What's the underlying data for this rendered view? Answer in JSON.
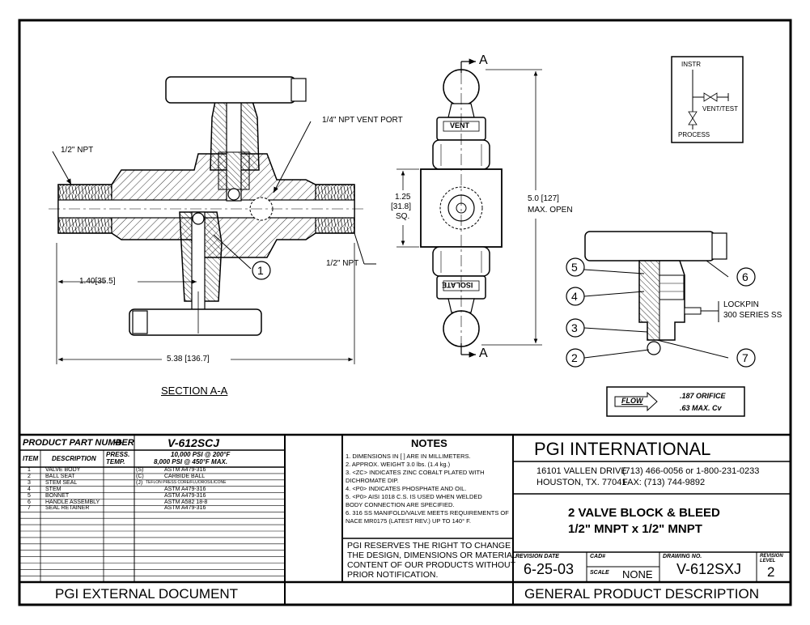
{
  "drawing": {
    "section_title": "SECTION A-A",
    "vent_port_label": "1/4\" NPT VENT PORT",
    "npt_left": "1/2\" NPT",
    "npt_right": "1/2\" NPT",
    "dim_140": "1.40[35.5]",
    "dim_538": "5.38 [136.7]",
    "dim_125": [
      "1.25",
      "[31.8]",
      "SQ."
    ],
    "dim_50": [
      "5.0 [127]",
      "MAX. OPEN"
    ],
    "section_mark": "A",
    "vent_text": "VENT",
    "isolate_text": "ISOLATE",
    "lockpin": [
      "LOCKPIN",
      "300 SERIES SS"
    ],
    "callouts": [
      "1",
      "2",
      "3",
      "4",
      "5",
      "6",
      "7"
    ],
    "schematic": {
      "instr": "INSTR",
      "vent_test": "VENT/TEST",
      "process": "PROCESS"
    },
    "flow": {
      "label": "FLOW",
      "orifice": ".187 ORIFICE",
      "cv": ".63 MAX. Cv"
    }
  },
  "parts_table": {
    "title": "PRODUCT PART NUMBER",
    "part_number": "V-612SCJ",
    "headers": {
      "item": "ITEM",
      "description": "DESCRIPTION",
      "press_temp": [
        "PRESS.",
        "TEMP."
      ]
    },
    "ratings": [
      "10,000 PSI @ 200°F",
      "8,000 PSI @ 450°F MAX."
    ],
    "rows": [
      {
        "item": "1",
        "desc": "VALVE BODY",
        "code": "(S)",
        "material": "ASTM A479-316"
      },
      {
        "item": "2",
        "desc": "BALL SEAT",
        "code": "(C)",
        "material": "CARBIDE BALL"
      },
      {
        "item": "3",
        "desc": "STEM SEAL",
        "code": "(J)",
        "material": "TEFLON PRESS CORE/FLUOROSILICONE"
      },
      {
        "item": "4",
        "desc": "STEM",
        "code": "",
        "material": "ASTM A479-316"
      },
      {
        "item": "5",
        "desc": "BONNET",
        "code": "",
        "material": "ASTM A479-316"
      },
      {
        "item": "6",
        "desc": "HANDLE ASSEMBLY",
        "code": "",
        "material": "ASTM A582 18-8"
      },
      {
        "item": "7",
        "desc": "SEAL RETAINER",
        "code": "",
        "material": "ASTM A479-316"
      }
    ]
  },
  "notes": {
    "title": "NOTES",
    "items": [
      [
        "1.  DIMENSIONS IN [ ] ARE IN MILLIMETERS."
      ],
      [
        "2.  APPROX. WEIGHT 3.0 lbs. (1.4 kg.)"
      ],
      [
        "3.  <ZC> INDICATES ZINC COBALT PLATED WITH",
        "     DICHROMATE DIP."
      ],
      [
        "4.  <P0> INDICATES PHOSPHATE AND OIL."
      ],
      [
        "5.  <P0> AISI 1018 C.S. IS USED WHEN WELDED",
        "     BODY CONNECTION ARE SPECIFIED."
      ],
      [
        "6.  316 SS MANIFOLD/VALVE MEETS REQUIREMENTS OF",
        "     NACE MR0175 (LATEST REV.) UP TO 140° F."
      ]
    ],
    "reserve": [
      "PGI RESERVES THE RIGHT TO CHANGE",
      "THE DESIGN, DIMENSIONS OR MATERIAL",
      "CONTENT OF OUR PRODUCTS WITHOUT",
      "PRIOR NOTIFICATION."
    ]
  },
  "company": {
    "name": "PGI  INTERNATIONAL",
    "address1": "16101 VALLEN DRIVE",
    "address2": "HOUSTON, TX. 77041",
    "phone": "(713) 466-0056 or 1-800-231-0233",
    "fax": "FAX: (713) 744-9892"
  },
  "product": {
    "line1": "2 VALVE BLOCK & BLEED",
    "line2": "1/2\" MNPT x 1/2\" MNPT"
  },
  "revision": {
    "date_label": "REVISION DATE",
    "date": "6-25-03",
    "cad_label": "CAD#",
    "scale_label": "SCALE",
    "scale": "NONE",
    "drawing_label": "DRAWING NO.",
    "drawing_no": "V-612SXJ",
    "level_label": [
      "REVISION",
      "LEVEL"
    ],
    "level": "2"
  },
  "footer": {
    "left": "PGI EXTERNAL DOCUMENT",
    "right": "GENERAL PRODUCT DESCRIPTION"
  }
}
